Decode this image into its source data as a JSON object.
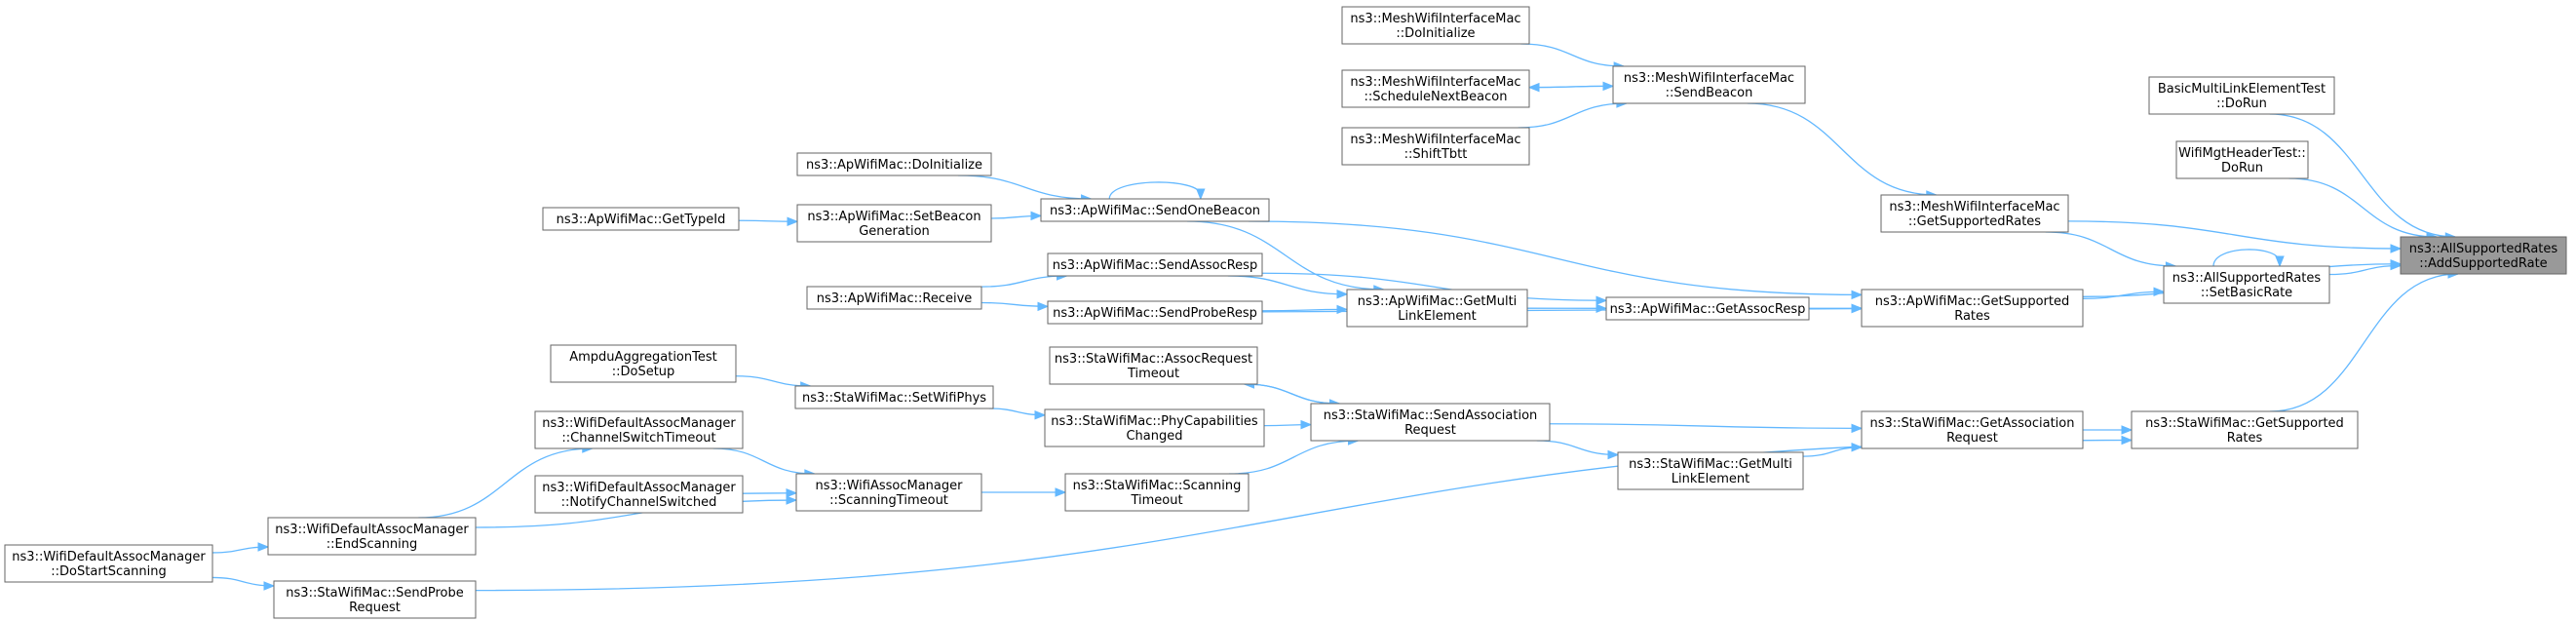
{
  "graph": {
    "nodes": [
      {
        "id": "root",
        "lines": [
          "ns3::AllSupportedRates",
          "::AddSupportedRate"
        ],
        "root": true
      },
      {
        "id": "bmlet",
        "lines": [
          "BasicMultiLinkElementTest",
          "::DoRun"
        ]
      },
      {
        "id": "wmht",
        "lines": [
          "WifiMgtHeaderTest::",
          "DoRun"
        ]
      },
      {
        "id": "mesh_gsr",
        "lines": [
          "ns3::MeshWifiInterfaceMac",
          "::GetSupportedRates"
        ]
      },
      {
        "id": "asr_sbr",
        "lines": [
          "ns3::AllSupportedRates",
          "::SetBasicRate"
        ]
      },
      {
        "id": "sta_gsr",
        "lines": [
          "ns3::StaWifiMac::GetSupported",
          "Rates"
        ]
      },
      {
        "id": "ap_gsr",
        "lines": [
          "ns3::ApWifiMac::GetSupported",
          "Rates"
        ]
      },
      {
        "id": "mesh_sb",
        "lines": [
          "ns3::MeshWifiInterfaceMac",
          "::SendBeacon"
        ]
      },
      {
        "id": "mesh_di",
        "lines": [
          "ns3::MeshWifiInterfaceMac",
          "::DoInitialize"
        ]
      },
      {
        "id": "mesh_snb",
        "lines": [
          "ns3::MeshWifiInterfaceMac",
          "::ScheduleNextBeacon"
        ]
      },
      {
        "id": "mesh_st",
        "lines": [
          "ns3::MeshWifiInterfaceMac",
          "::ShiftTbtt"
        ]
      },
      {
        "id": "ap_sob",
        "lines": [
          "ns3::ApWifiMac::SendOneBeacon"
        ]
      },
      {
        "id": "ap_di",
        "lines": [
          "ns3::ApWifiMac::DoInitialize"
        ]
      },
      {
        "id": "ap_sbg",
        "lines": [
          "ns3::ApWifiMac::SetBeacon",
          "Generation"
        ]
      },
      {
        "id": "ap_gti",
        "lines": [
          "ns3::ApWifiMac::GetTypeId"
        ]
      },
      {
        "id": "ap_sar",
        "lines": [
          "ns3::ApWifiMac::SendAssocResp"
        ]
      },
      {
        "id": "ap_spr",
        "lines": [
          "ns3::ApWifiMac::SendProbeResp"
        ]
      },
      {
        "id": "ap_rcv",
        "lines": [
          "ns3::ApWifiMac::Receive"
        ]
      },
      {
        "id": "ap_gmle",
        "lines": [
          "ns3::ApWifiMac::GetMulti",
          "LinkElement"
        ]
      },
      {
        "id": "ap_gar",
        "lines": [
          "ns3::ApWifiMac::GetAssocResp"
        ]
      },
      {
        "id": "sta_gar",
        "lines": [
          "ns3::StaWifiMac::GetAssociation",
          "Request"
        ]
      },
      {
        "id": "sta_sar",
        "lines": [
          "ns3::StaWifiMac::SendAssociation",
          "Request"
        ]
      },
      {
        "id": "sta_gmle",
        "lines": [
          "ns3::StaWifiMac::GetMulti",
          "LinkElement"
        ]
      },
      {
        "id": "sta_art",
        "lines": [
          "ns3::StaWifiMac::AssocRequest",
          "Timeout"
        ]
      },
      {
        "id": "sta_pcc",
        "lines": [
          "ns3::StaWifiMac::PhyCapabilities",
          "Changed"
        ]
      },
      {
        "id": "sta_st",
        "lines": [
          "ns3::StaWifiMac::Scanning",
          "Timeout"
        ]
      },
      {
        "id": "sta_swp",
        "lines": [
          "ns3::StaWifiMac::SetWifiPhys"
        ]
      },
      {
        "id": "ampdu",
        "lines": [
          "AmpduAggregationTest",
          "::DoSetup"
        ]
      },
      {
        "id": "wam_st",
        "lines": [
          "ns3::WifiAssocManager",
          "::ScanningTimeout"
        ]
      },
      {
        "id": "wdam_cst",
        "lines": [
          "ns3::WifiDefaultAssocManager",
          "::ChannelSwitchTimeout"
        ]
      },
      {
        "id": "wdam_ncs",
        "lines": [
          "ns3::WifiDefaultAssocManager",
          "::NotifyChannelSwitched"
        ]
      },
      {
        "id": "wdam_es",
        "lines": [
          "ns3::WifiDefaultAssocManager",
          "::EndScanning"
        ]
      },
      {
        "id": "wdam_dss",
        "lines": [
          "ns3::WifiDefaultAssocManager",
          "::DoStartScanning"
        ]
      },
      {
        "id": "sta_spr",
        "lines": [
          "ns3::StaWifiMac::SendProbe",
          "Request"
        ]
      }
    ],
    "edges": [
      {
        "from": "bmlet",
        "to": "root"
      },
      {
        "from": "wmht",
        "to": "root"
      },
      {
        "from": "mesh_gsr",
        "to": "root"
      },
      {
        "from": "asr_sbr",
        "to": "root"
      },
      {
        "from": "ap_gsr",
        "to": "root"
      },
      {
        "from": "sta_gsr",
        "to": "root"
      },
      {
        "from": "asr_sbr",
        "to": "asr_sbr"
      },
      {
        "from": "mesh_gsr",
        "to": "asr_sbr"
      },
      {
        "from": "ap_gsr",
        "to": "asr_sbr"
      },
      {
        "from": "mesh_sb",
        "to": "mesh_gsr"
      },
      {
        "from": "mesh_di",
        "to": "mesh_sb"
      },
      {
        "from": "mesh_snb",
        "to": "mesh_sb"
      },
      {
        "from": "mesh_sb",
        "to": "mesh_snb"
      },
      {
        "from": "mesh_st",
        "to": "mesh_sb"
      },
      {
        "from": "ap_sob",
        "to": "ap_gsr"
      },
      {
        "from": "ap_gar",
        "to": "ap_gsr"
      },
      {
        "from": "ap_spr",
        "to": "ap_gsr"
      },
      {
        "from": "ap_sob",
        "to": "ap_sob"
      },
      {
        "from": "ap_di",
        "to": "ap_sob"
      },
      {
        "from": "ap_sbg",
        "to": "ap_sob"
      },
      {
        "from": "ap_gti",
        "to": "ap_sbg"
      },
      {
        "from": "ap_sob",
        "to": "ap_gmle"
      },
      {
        "from": "ap_sar",
        "to": "ap_gmle"
      },
      {
        "from": "ap_spr",
        "to": "ap_gmle"
      },
      {
        "from": "ap_gmle",
        "to": "ap_gar"
      },
      {
        "from": "ap_sar",
        "to": "ap_gar"
      },
      {
        "from": "ap_rcv",
        "to": "ap_sar"
      },
      {
        "from": "ap_rcv",
        "to": "ap_spr"
      },
      {
        "from": "sta_gar",
        "to": "sta_gsr"
      },
      {
        "from": "sta_sar",
        "to": "sta_gar"
      },
      {
        "from": "sta_gmle",
        "to": "sta_gar"
      },
      {
        "from": "sta_sar",
        "to": "sta_gmle"
      },
      {
        "from": "sta_art",
        "to": "sta_sar"
      },
      {
        "from": "sta_sar",
        "to": "sta_art"
      },
      {
        "from": "sta_pcc",
        "to": "sta_sar"
      },
      {
        "from": "sta_st",
        "to": "sta_sar"
      },
      {
        "from": "sta_swp",
        "to": "sta_pcc"
      },
      {
        "from": "ampdu",
        "to": "sta_swp"
      },
      {
        "from": "wam_st",
        "to": "sta_st"
      },
      {
        "from": "wdam_cst",
        "to": "wam_st"
      },
      {
        "from": "wdam_ncs",
        "to": "wam_st"
      },
      {
        "from": "wdam_es",
        "to": "wam_st"
      },
      {
        "from": "wdam_es",
        "to": "wdam_cst"
      },
      {
        "from": "wdam_dss",
        "to": "wdam_es"
      },
      {
        "from": "wdam_dss",
        "to": "sta_spr"
      },
      {
        "from": "sta_spr",
        "to": "sta_gsr"
      }
    ]
  }
}
